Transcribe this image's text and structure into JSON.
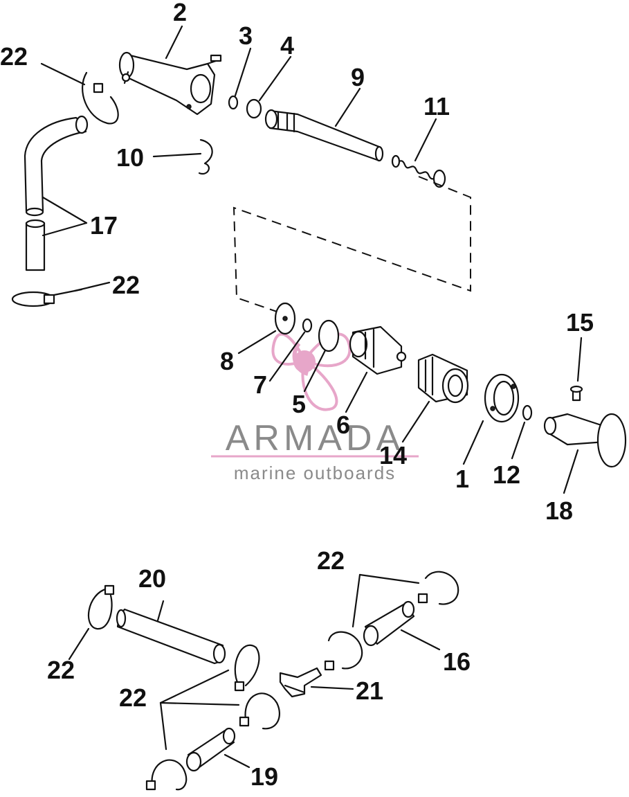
{
  "callouts": [
    {
      "id": "2",
      "label": "2"
    },
    {
      "id": "3",
      "label": "3"
    },
    {
      "id": "4",
      "label": "4"
    },
    {
      "id": "9",
      "label": "9"
    },
    {
      "id": "11",
      "label": "11"
    },
    {
      "id": "22a",
      "label": "22"
    },
    {
      "id": "10",
      "label": "10"
    },
    {
      "id": "17",
      "label": "17"
    },
    {
      "id": "22b",
      "label": "22"
    },
    {
      "id": "15",
      "label": "15"
    },
    {
      "id": "8",
      "label": "8"
    },
    {
      "id": "7",
      "label": "7"
    },
    {
      "id": "5",
      "label": "5"
    },
    {
      "id": "6",
      "label": "6"
    },
    {
      "id": "14",
      "label": "14"
    },
    {
      "id": "1",
      "label": "1"
    },
    {
      "id": "12",
      "label": "12"
    },
    {
      "id": "18",
      "label": "18"
    },
    {
      "id": "20",
      "label": "20"
    },
    {
      "id": "22c",
      "label": "22"
    },
    {
      "id": "22d",
      "label": "22"
    },
    {
      "id": "16",
      "label": "16"
    },
    {
      "id": "22e",
      "label": "22"
    },
    {
      "id": "21",
      "label": "21"
    },
    {
      "id": "22f",
      "label": "22"
    },
    {
      "id": "19",
      "label": "19"
    }
  ],
  "watermark": {
    "brand": "ARMADA",
    "tagline": "marine outboards",
    "color": "#e7a6c9"
  }
}
